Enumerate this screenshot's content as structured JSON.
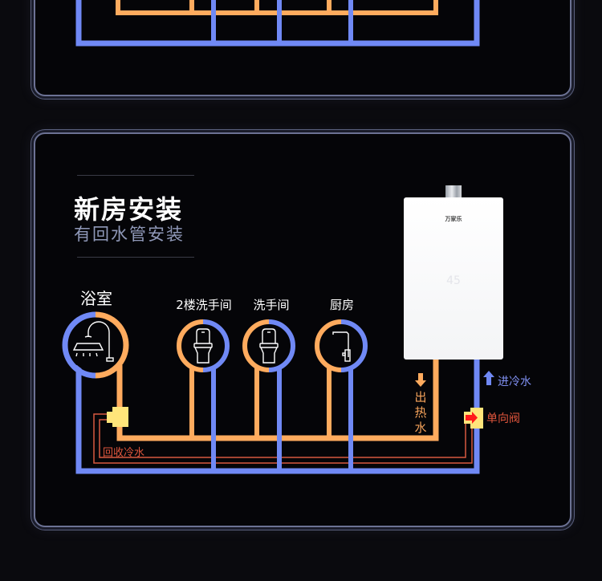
{
  "heading": {
    "title": "新房安装",
    "subtitle": "有回水管安装"
  },
  "rooms": [
    {
      "label": "浴室",
      "icon": "shower-icon"
    },
    {
      "label": "2楼洗手间",
      "icon": "toilet-icon"
    },
    {
      "label": "洗手间",
      "icon": "toilet-icon"
    },
    {
      "label": "厨房",
      "icon": "faucet-icon"
    }
  ],
  "heater": {
    "brand": "万家乐",
    "display_temp": "45"
  },
  "pipe_labels": {
    "hot_out": "出热水",
    "cold_in": "进冷水",
    "check_valve": "单向阀",
    "return_cold": "回收冷水"
  },
  "colors": {
    "hot": "#ffab5e",
    "cold": "#7089f5",
    "return": "#d85a40",
    "valve": "#ffe57a",
    "arrow_red": "#ff1a1a"
  }
}
